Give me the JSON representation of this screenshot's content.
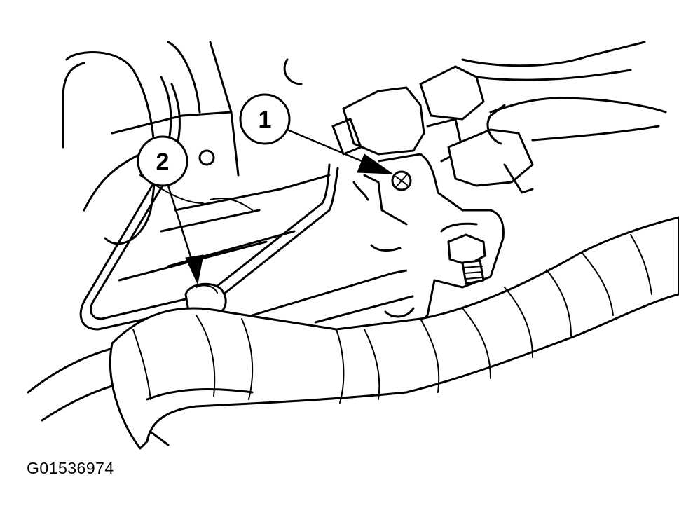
{
  "diagram": {
    "callouts": [
      {
        "number": "1"
      },
      {
        "number": "2"
      }
    ],
    "figure_id": "G01536974"
  }
}
